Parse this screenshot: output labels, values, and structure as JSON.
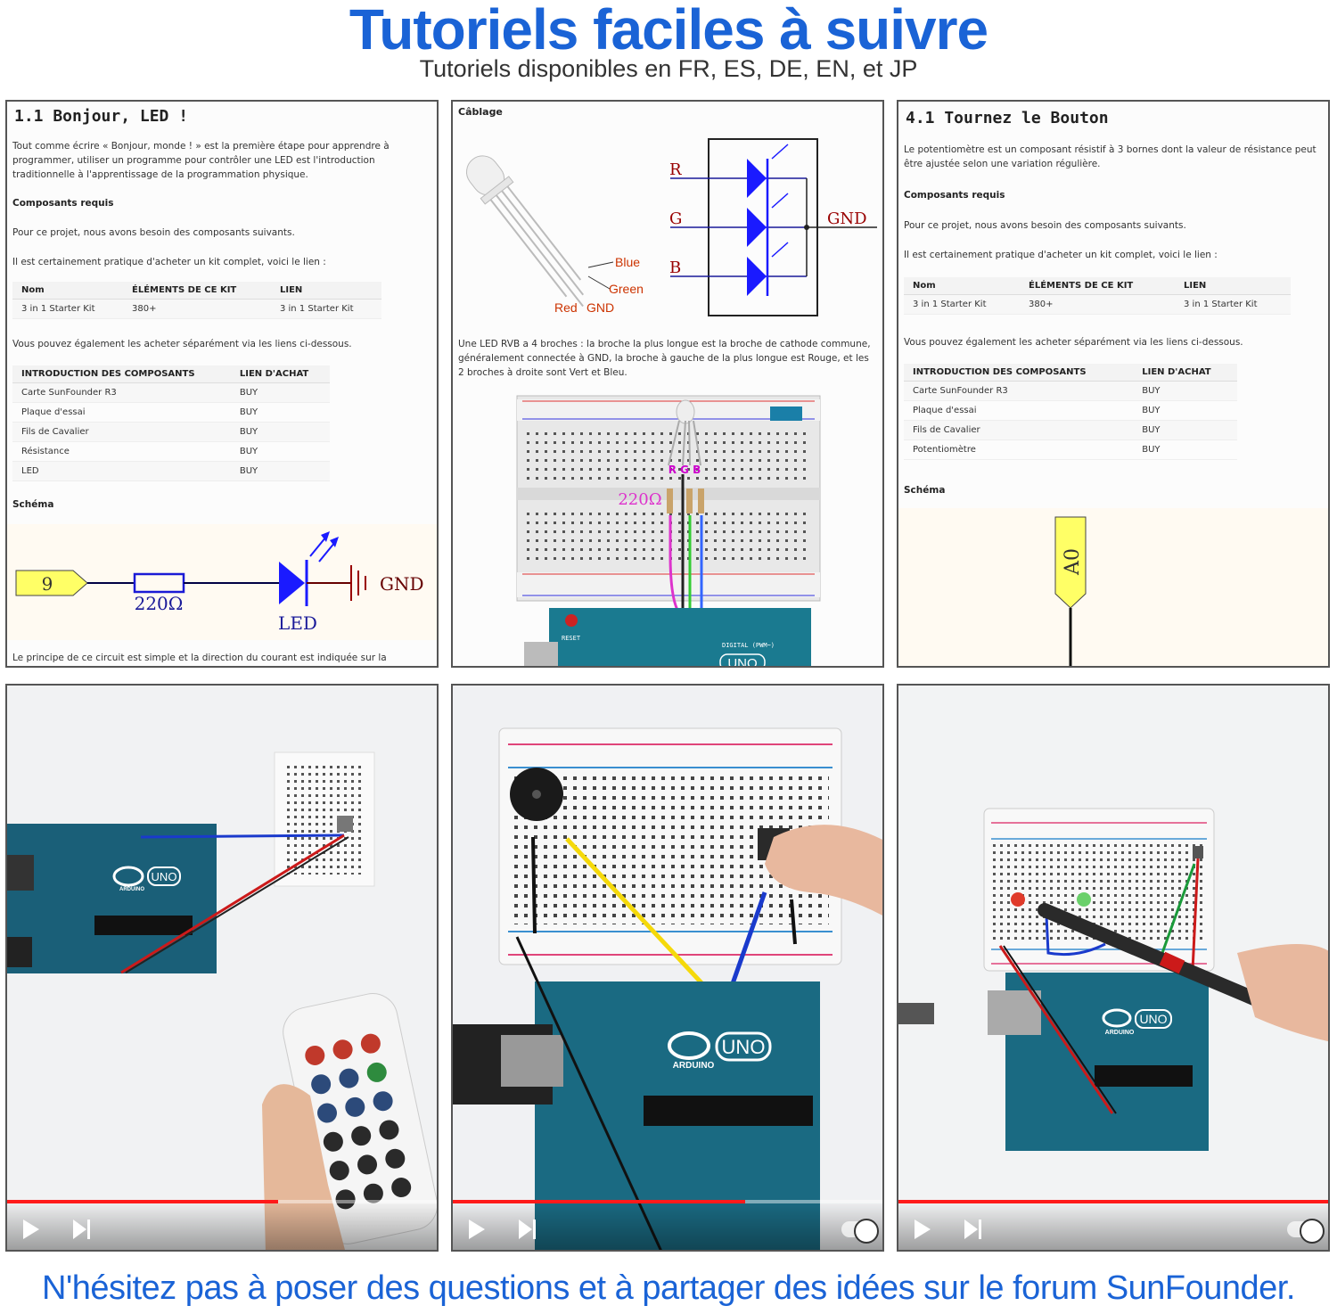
{
  "header": {
    "title": "Tutoriels faciles à suivre",
    "subtitle": "Tutoriels disponibles en FR, ES, DE, EN, et JP"
  },
  "panel1": {
    "title": "1.1 Bonjour, LED !",
    "intro": "Tout comme écrire « Bonjour, monde ! » est la première étape pour apprendre à programmer, utiliser un programme pour contrôler une LED est l'introduction traditionnelle à l'apprentissage de la programmation physique.",
    "components_heading": "Composants requis",
    "need_text": "Pour ce projet, nous avons besoin des composants suivants.",
    "kit_text": "Il est certainement pratique d'acheter un kit complet, voici le lien :",
    "kit_table": {
      "headers": [
        "Nom",
        "ÉLÉMENTS DE CE KIT",
        "LIEN"
      ],
      "row": [
        "3 in 1 Starter Kit",
        "380+",
        "3 in 1 Starter Kit"
      ]
    },
    "separate_text": "Vous pouvez également les acheter séparément via les liens ci-dessous.",
    "parts_table": {
      "headers": [
        "INTRODUCTION DES COMPOSANTS",
        "LIEN D'ACHAT"
      ],
      "rows": [
        [
          "Carte SunFounder R3",
          "BUY"
        ],
        [
          "Plaque d'essai",
          "BUY"
        ],
        [
          "Fils de Cavalier",
          "BUY"
        ],
        [
          "Résistance",
          "BUY"
        ],
        [
          "LED",
          "BUY"
        ]
      ]
    },
    "schema_heading": "Schéma",
    "schematic": {
      "pin": "9",
      "resistor": "220Ω",
      "led": "LED",
      "gnd": "GND"
    },
    "footer_text": "Le principe de ce circuit est simple et la direction du courant est indiquée sur la"
  },
  "panel2": {
    "heading": "Câblage",
    "led_labels": {
      "blue": "Blue",
      "green": "Green",
      "red": "Red",
      "gnd": "GND"
    },
    "schematic": {
      "r": "R",
      "g": "G",
      "b": "B",
      "gnd": "GND"
    },
    "description": "Une LED RVB a 4 broches : la broche la plus longue est la broche de cathode commune, généralement connectée à GND, la broche à gauche de la plus longue est Rouge, et les 2 broches à droite sont Vert et Bleu.",
    "breadboard": {
      "resistor": "220Ω",
      "pins": "R  G  B",
      "board": "UNO",
      "reset": "RESET",
      "digital": "DIGITAL (PWM~)"
    }
  },
  "panel3": {
    "title": "4.1 Tournez le Bouton",
    "intro": "Le potentiomètre est un composant résistif à 3 bornes dont la valeur de résistance peut être ajustée selon une variation régulière.",
    "components_heading": "Composants requis",
    "need_text": "Pour ce projet, nous avons besoin des composants suivants.",
    "kit_text": "Il est certainement pratique d'acheter un kit complet, voici le lien :",
    "kit_table": {
      "headers": [
        "Nom",
        "ÉLÉMENTS DE CE KIT",
        "LIEN"
      ],
      "row": [
        "3 in 1 Starter Kit",
        "380+",
        "3 in 1 Starter Kit"
      ]
    },
    "separate_text": "Vous pouvez également les acheter séparément via les liens ci-dessous.",
    "parts_table": {
      "headers": [
        "INTRODUCTION DES COMPOSANTS",
        "LIEN D'ACHAT"
      ],
      "rows": [
        [
          "Carte SunFounder R3",
          "BUY"
        ],
        [
          "Plaque d'essai",
          "BUY"
        ],
        [
          "Fils de Cavalier",
          "BUY"
        ],
        [
          "Potentiomètre",
          "BUY"
        ]
      ]
    },
    "schema_heading": "Schéma",
    "schematic": {
      "pin": "A0"
    }
  },
  "videos": [
    {
      "progress_percent": 63,
      "board": "UNO",
      "brand": "ARDUINO"
    },
    {
      "progress_percent": 68,
      "board": "UNO",
      "brand": "ARDUINO"
    },
    {
      "progress_percent": 100,
      "board": "UNO",
      "brand": "ARDUINO"
    }
  ],
  "footer": "N'hésitez pas à poser des questions et à partager des idées sur le forum SunFounder."
}
